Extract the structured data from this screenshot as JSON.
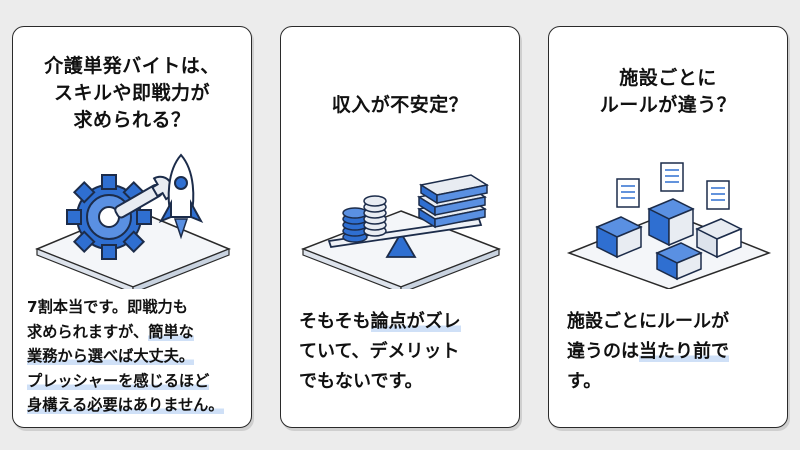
{
  "cards": [
    {
      "title_lines": [
        "介護単発バイトは、",
        "スキルや即戦力が",
        "求められる？"
      ],
      "body_lines": [
        {
          "pre": "7割本当です。即戦力も",
          "hl": ""
        },
        {
          "pre": "求められますが、",
          "hl": "簡単な"
        },
        {
          "pre": "",
          "hl": "業務から選べば大丈夫。"
        },
        {
          "pre": "",
          "hl": "プレッシャーを感じるほど"
        },
        {
          "pre": "",
          "hl": "身構える必要はありません。"
        }
      ],
      "illustration": "gear-wrench-rocket"
    },
    {
      "title_lines": [
        "収入が不安定？"
      ],
      "body_lines": [
        {
          "pre": "そもそも",
          "hl": "論点がズレ"
        },
        {
          "pre": "ていて、デメリット",
          "hl": ""
        },
        {
          "pre": "でもないです。",
          "hl": ""
        }
      ],
      "illustration": "coins-cash-seesaw"
    },
    {
      "title_lines": [
        "施設ごとに",
        "ルールが違う？"
      ],
      "body_lines": [
        {
          "pre": "施設ごとにルールが",
          "hl": ""
        },
        {
          "pre": "違うのは",
          "hl": "当たり前で"
        },
        {
          "pre": "す。",
          "hl": ""
        }
      ],
      "illustration": "buildings-checklists"
    }
  ],
  "colors": {
    "accent": "#2f6fd1",
    "accent_light": "#cfe0f7",
    "background": "#ececec"
  }
}
